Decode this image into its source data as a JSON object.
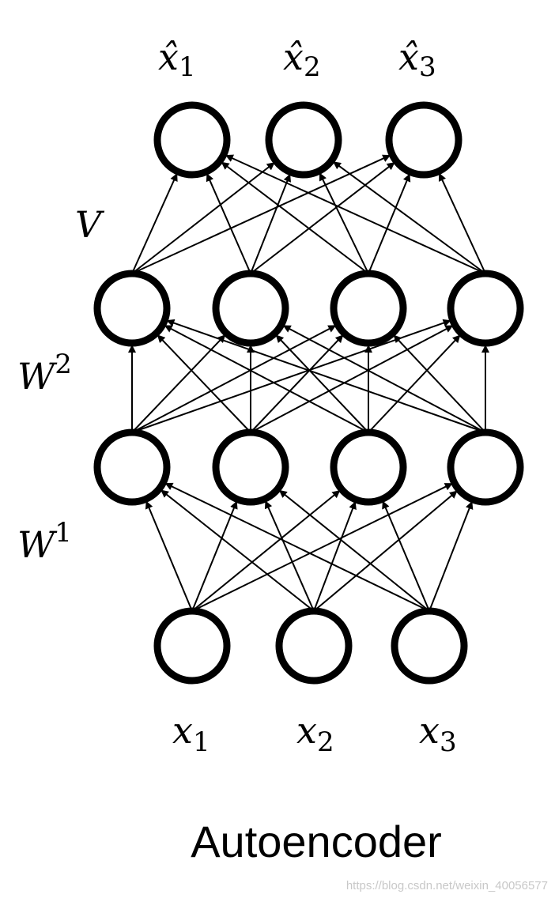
{
  "title": "Autoencoder",
  "watermark": "https://blog.csdn.net/weixin_40056577",
  "layers": [
    {
      "name": "input",
      "node_labels": [
        {
          "base": "x",
          "sub": "1"
        },
        {
          "base": "x",
          "sub": "2"
        },
        {
          "base": "x",
          "sub": "3"
        }
      ]
    },
    {
      "name": "hidden-1",
      "node_count": 4
    },
    {
      "name": "hidden-2",
      "node_count": 4
    },
    {
      "name": "output",
      "node_labels": [
        {
          "base": "x̂",
          "sub": "1"
        },
        {
          "base": "x̂",
          "sub": "2"
        },
        {
          "base": "x̂",
          "sub": "3"
        }
      ]
    }
  ],
  "weights": [
    {
      "base": "W",
      "sup": "1"
    },
    {
      "base": "W",
      "sup": "2"
    },
    {
      "base": "V",
      "sup": ""
    }
  ],
  "colors": {
    "stroke": "#000000",
    "background": "#ffffff",
    "watermark": "#c8c8c8"
  }
}
